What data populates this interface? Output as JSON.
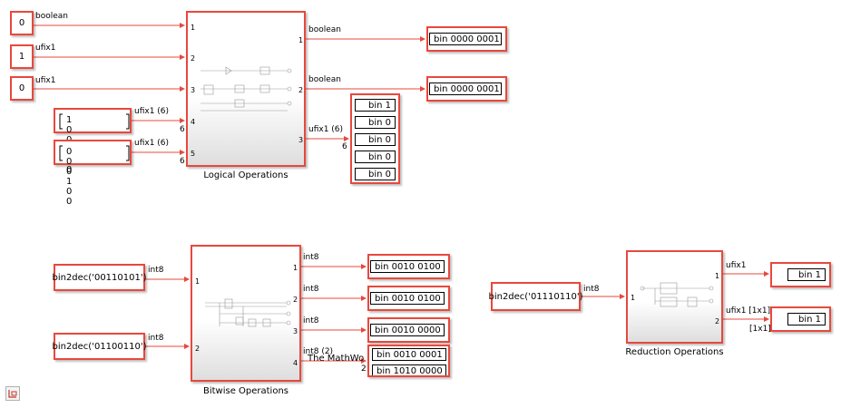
{
  "constants": {
    "c1": "0",
    "c2": "1",
    "c3": "0",
    "vec1": "1 0 0 1 0 0",
    "vec2": "0 0 0 1 0 0",
    "bw_in1": "bin2dec('00110101')",
    "bw_in2": "bin2dec('01100110')",
    "red_in": "bin2dec('01110110')"
  },
  "signals": {
    "boolean": "boolean",
    "ufix1": "ufix1",
    "ufix1_6": "ufix1 (6)",
    "int8": "int8",
    "int8_2": "int8 (2)",
    "ufix1_1x1": "ufix1 [1x1]",
    "dim_1x1": "[1x1]",
    "dim_6": "6",
    "dim_2": "2"
  },
  "ports": [
    "1",
    "2",
    "3",
    "4",
    "5"
  ],
  "blocks": {
    "logical": "Logical Operations",
    "bitwise": "Bitwise Operations",
    "reduction": "Reduction Operations"
  },
  "displays": {
    "log_out1": "bin 0000 0001",
    "log_out2": "bin 0000 0001",
    "log_out3": [
      "bin 1",
      "bin 0",
      "bin 0",
      "bin 0",
      "bin 0"
    ],
    "bw_out1": "bin 0010 0100",
    "bw_out2": "bin 0010 0100",
    "bw_out3": "bin 0010 0000",
    "bw_out4": [
      "bin 0010 0001",
      "bin 1010 0000"
    ],
    "red_out1": "bin 1",
    "red_out2": "bin 1"
  },
  "overlay_text": "The MathWo",
  "colors": {
    "block_border": "#e8483c",
    "line": "#e8483c"
  }
}
